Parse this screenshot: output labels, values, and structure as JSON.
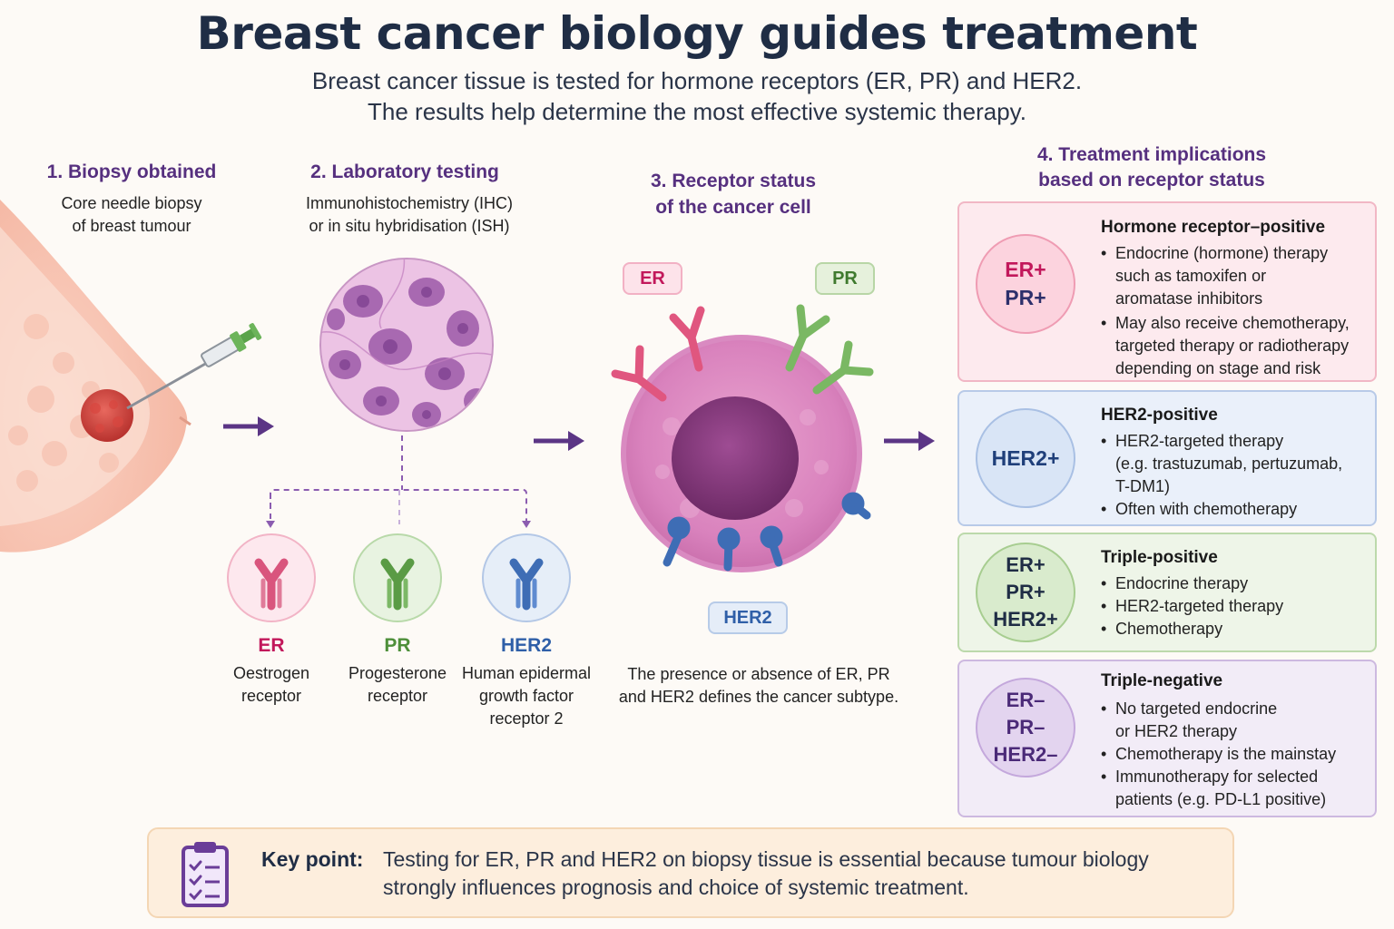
{
  "title": "Breast cancer biology guides treatment",
  "subtitle": {
    "line1": "Breast cancer tissue is tested for hormone receptors (ER, PR) and HER2.",
    "line2": "The results help determine the most effective systemic therapy."
  },
  "step1": {
    "title": "1.  Biopsy obtained",
    "desc1": "Core needle biopsy",
    "desc2": "of breast tumour"
  },
  "step2": {
    "title": "2.  Laboratory testing",
    "desc1": "Immunohistochemistry (IHC)",
    "desc2": "or in situ hybridisation (ISH)",
    "receptors": [
      {
        "name": "ER",
        "line1": "Oestrogen",
        "line2": "receptor",
        "line3": "",
        "color": "#c2185b"
      },
      {
        "name": "PR",
        "line1": "Progesterone",
        "line2": "receptor",
        "line3": "",
        "color": "#4e8f3a"
      },
      {
        "name": "HER2",
        "line1": "Human epidermal",
        "line2": "growth factor",
        "line3": "receptor 2",
        "color": "#2f5fa8"
      }
    ]
  },
  "step3": {
    "title1": "3. Receptor status",
    "title2": "of the cancer cell",
    "tags": {
      "er": "ER",
      "pr": "PR",
      "her2": "HER2"
    },
    "desc1": "The presence or absence of ER, PR",
    "desc2": "and HER2 defines the cancer subtype."
  },
  "step4": {
    "title1": "4. Treatment implications",
    "title2": "based on receptor status",
    "cards": [
      {
        "badge": [
          "ER+",
          "PR+"
        ],
        "heading": "Hormone receptor–positive",
        "bullets": [
          [
            "Endocrine (hormone) therapy",
            "such as tamoxifen or",
            "aromatase inhibitors"
          ],
          [
            "May also receive chemotherapy,",
            "targeted therapy or radiotherapy",
            "depending on stage and risk"
          ]
        ]
      },
      {
        "badge": [
          "HER2+"
        ],
        "heading": "HER2-positive",
        "bullets": [
          [
            "HER2-targeted therapy",
            "(e.g. trastuzumab, pertuzumab,",
            "T-DM1)"
          ],
          [
            "Often with chemotherapy"
          ]
        ]
      },
      {
        "badge": [
          "ER+",
          "PR+",
          "HER2+"
        ],
        "heading": "Triple-positive",
        "bullets": [
          [
            "Endocrine therapy"
          ],
          [
            "HER2-targeted therapy"
          ],
          [
            "Chemotherapy"
          ]
        ]
      },
      {
        "badge": [
          "ER–",
          "PR–",
          "HER2–"
        ],
        "heading": "Triple-negative",
        "bullets": [
          [
            "No targeted endocrine",
            "or HER2 therapy"
          ],
          [
            "Chemotherapy is the mainstay"
          ],
          [
            "Immunotherapy for selected",
            "patients (e.g. PD-L1 positive)"
          ]
        ]
      }
    ]
  },
  "key_point": {
    "label": "Key point:",
    "line1": "Testing for ER, PR and HER2 on biopsy tissue is essential because tumour biology",
    "line2": "strongly influences prognosis and choice of systemic treatment."
  },
  "colors": {
    "title": "#1f2d45",
    "accent_purple": "#56307f",
    "arrow": "#5b3585",
    "er": "#c2185b",
    "pr": "#4e8f3a",
    "her2": "#2f5fa8"
  }
}
